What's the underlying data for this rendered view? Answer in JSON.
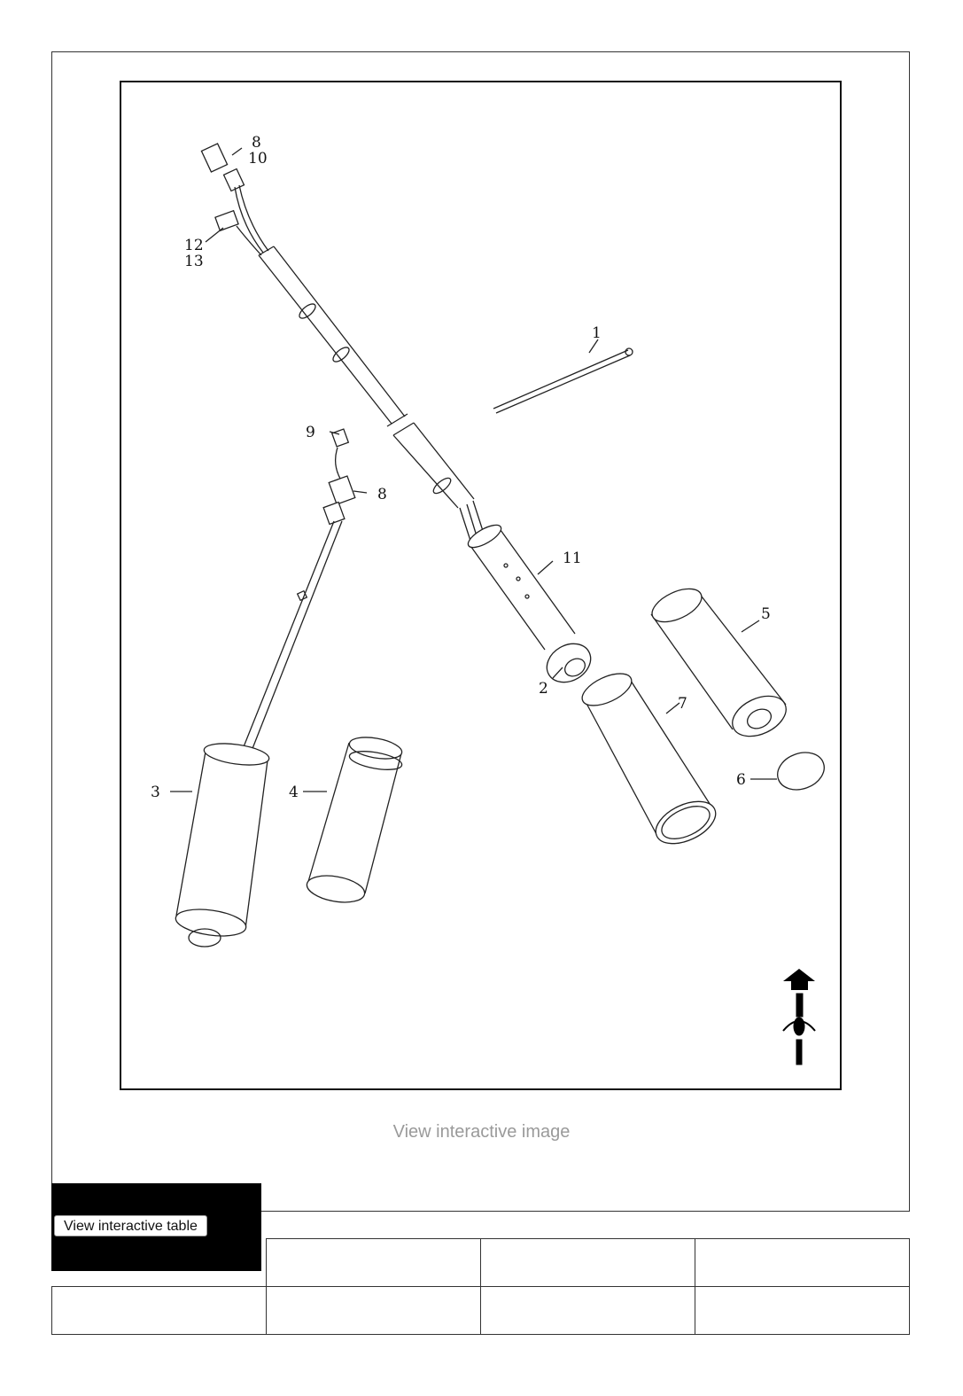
{
  "figure": {
    "callouts": [
      "8",
      "10",
      "12",
      "13",
      "1",
      "9",
      "8",
      "11",
      "5",
      "2",
      "7",
      "6",
      "3",
      "4"
    ]
  },
  "links": {
    "view_image": "View interactive image",
    "view_table": "View interactive table"
  },
  "table": {
    "rows": [
      [
        "",
        "",
        "",
        ""
      ],
      [
        "",
        "",
        "",
        ""
      ]
    ]
  },
  "icons": [
    "direction-arrow-icon",
    "motorcycle-icon"
  ]
}
